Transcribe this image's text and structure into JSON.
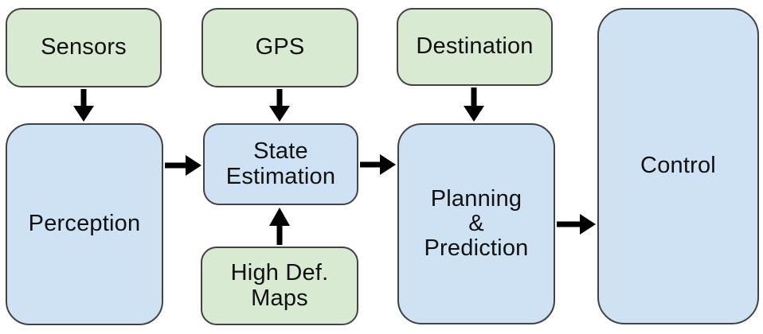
{
  "diagram": {
    "title": "Autonomous driving pipeline flowchart",
    "colors": {
      "input_fill": "#d9ead3",
      "process_fill": "#cfe2f3",
      "node_border": "#434343",
      "arrow": "#000000",
      "text": "#111111",
      "background": "#ffffff"
    },
    "nodes": [
      {
        "id": "sensors",
        "label": "Sensors",
        "type": "input"
      },
      {
        "id": "gps",
        "label": "GPS",
        "type": "input"
      },
      {
        "id": "destination",
        "label": "Destination",
        "type": "input"
      },
      {
        "id": "perception",
        "label": "Perception",
        "type": "process"
      },
      {
        "id": "state-estimation",
        "label": "State\nEstimation",
        "type": "process"
      },
      {
        "id": "high-def-maps",
        "label": "High Def.\nMaps",
        "type": "input"
      },
      {
        "id": "planning-prediction",
        "label": "Planning\n&\nPrediction",
        "type": "process"
      },
      {
        "id": "control",
        "label": "Control",
        "type": "process"
      }
    ],
    "edges": [
      {
        "from": "sensors",
        "to": "perception",
        "direction": "down"
      },
      {
        "from": "gps",
        "to": "state-estimation",
        "direction": "down"
      },
      {
        "from": "destination",
        "to": "planning-prediction",
        "direction": "down"
      },
      {
        "from": "high-def-maps",
        "to": "state-estimation",
        "direction": "up"
      },
      {
        "from": "perception",
        "to": "state-estimation",
        "direction": "right"
      },
      {
        "from": "state-estimation",
        "to": "planning-prediction",
        "direction": "right"
      },
      {
        "from": "planning-prediction",
        "to": "control",
        "direction": "right"
      }
    ]
  }
}
